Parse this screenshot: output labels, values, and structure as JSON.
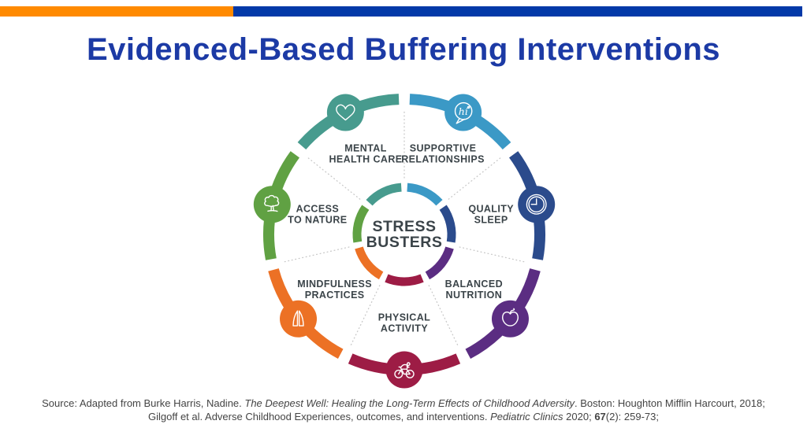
{
  "header": {
    "title": "Evidenced-Based Buffering Interventions",
    "title_color": "#1c3aa5",
    "bar_orange_color": "#ff8a00",
    "bar_blue_color": "#0339a8"
  },
  "wheel": {
    "center_label_line1": "STRESS",
    "center_label_line2": "BUSTERS",
    "text_color": "#3b4449",
    "divider_color": "#c8c8c8",
    "segments": [
      {
        "label_lines": [
          "SUPPORTIVE",
          "RELATIONSHIPS"
        ],
        "color": "#3b99c6",
        "icon": "hi-speech-bubble-icon"
      },
      {
        "label_lines": [
          "QUALITY",
          "SLEEP"
        ],
        "color": "#2b4b8c",
        "icon": "clock-icon"
      },
      {
        "label_lines": [
          "BALANCED",
          "NUTRITION"
        ],
        "color": "#5b2d82",
        "icon": "apple-icon"
      },
      {
        "label_lines": [
          "PHYSICAL",
          "ACTIVITY"
        ],
        "color": "#9d1c45",
        "icon": "bicycle-icon"
      },
      {
        "label_lines": [
          "MINDFULNESS",
          "PRACTICES"
        ],
        "color": "#ec7125",
        "icon": "praying-hands-icon"
      },
      {
        "label_lines": [
          "ACCESS",
          "TO NATURE"
        ],
        "color": "#60a143",
        "icon": "tree-icon"
      },
      {
        "label_lines": [
          "MENTAL",
          "HEALTH CARE"
        ],
        "color": "#479b8e",
        "icon": "heart-icon"
      }
    ]
  },
  "source": {
    "line1": {
      "parts": [
        {
          "text": "Source: Adapted from Burke Harris, Nadine. "
        },
        {
          "text": "The Deepest Well: Healing the Long-Term Effects of Childhood Adversity"
        },
        {
          "text": ". Boston: Houghton Mifflin Harcourt, 2018;"
        }
      ]
    },
    "line2": {
      "parts": [
        {
          "text": "Gilgoff et al. Adverse Childhood Experiences, outcomes, and interventions. "
        },
        {
          "text": "Pediatric Clinics"
        },
        {
          "text": " 2020; "
        },
        {
          "text": "67"
        },
        {
          "text": "(2): 259-73;"
        }
      ]
    }
  }
}
